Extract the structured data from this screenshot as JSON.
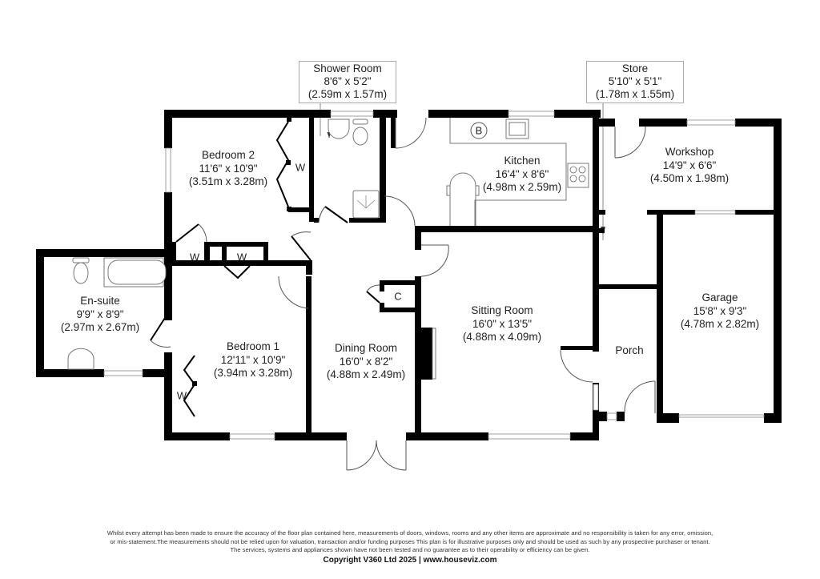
{
  "rooms": [
    {
      "id": "shower-room",
      "name": "Shower Room",
      "imperial": "8'6\" x 5'2\"",
      "metric": "(2.59m x 1.57m)"
    },
    {
      "id": "store",
      "name": "Store",
      "imperial": "5'10\" x 5'1\"",
      "metric": "(1.78m x 1.55m)"
    },
    {
      "id": "bedroom-2",
      "name": "Bedroom 2",
      "imperial": "11'6\" x 10'9\"",
      "metric": "(3.51m x 3.28m)"
    },
    {
      "id": "kitchen",
      "name": "Kitchen",
      "imperial": "16'4\" x 8'6\"",
      "metric": "(4.98m x 2.59m)"
    },
    {
      "id": "workshop",
      "name": "Workshop",
      "imperial": "14'9\" x 6'6\"",
      "metric": "(4.50m x 1.98m)"
    },
    {
      "id": "en-suite",
      "name": "En-suite",
      "imperial": "9'9\" x 8'9\"",
      "metric": "(2.97m x 2.67m)"
    },
    {
      "id": "bedroom-1",
      "name": "Bedroom 1",
      "imperial": "12'11\" x 10'9\"",
      "metric": "(3.94m x 3.28m)"
    },
    {
      "id": "dining-room",
      "name": "Dining Room",
      "imperial": "16'0\" x 8'2\"",
      "metric": "(4.88m x 2.49m)"
    },
    {
      "id": "sitting-room",
      "name": "Sitting Room",
      "imperial": "16'0\" x 13'5\"",
      "metric": "(4.88m x 4.09m)"
    },
    {
      "id": "garage",
      "name": "Garage",
      "imperial": "15'8\" x 9'3\"",
      "metric": "(4.78m x 2.82m)"
    },
    {
      "id": "porch",
      "name": "Porch"
    }
  ],
  "markers": {
    "wardrobe": "W",
    "cupboard": "C",
    "boiler": "B"
  },
  "footer": {
    "disclaimer_line1": "Whilst every attempt has been made to ensure the accuracy of the floor plan contained here, measurements of doors, windows, rooms and any other items are approximate and no responsibility is taken for any error, omission,",
    "disclaimer_line2": "or mis-statement.The measurements should not be relied upon for valuation, transaction and/or funding purposes This plan is for illustrative purposes only and should be used as such by any prospective purchaser or tenant.",
    "disclaimer_line3": "The services, systems and appliances shown have not been tested and no guarantee as to their operability or efficiency can be given.",
    "copyright": "Copyright V360 Ltd 2025 | www.houseviz.com"
  },
  "colors": {
    "wall": "#000000",
    "background": "#ffffff",
    "fixture_line": "#777777",
    "callout_border": "#aaaaaa"
  }
}
